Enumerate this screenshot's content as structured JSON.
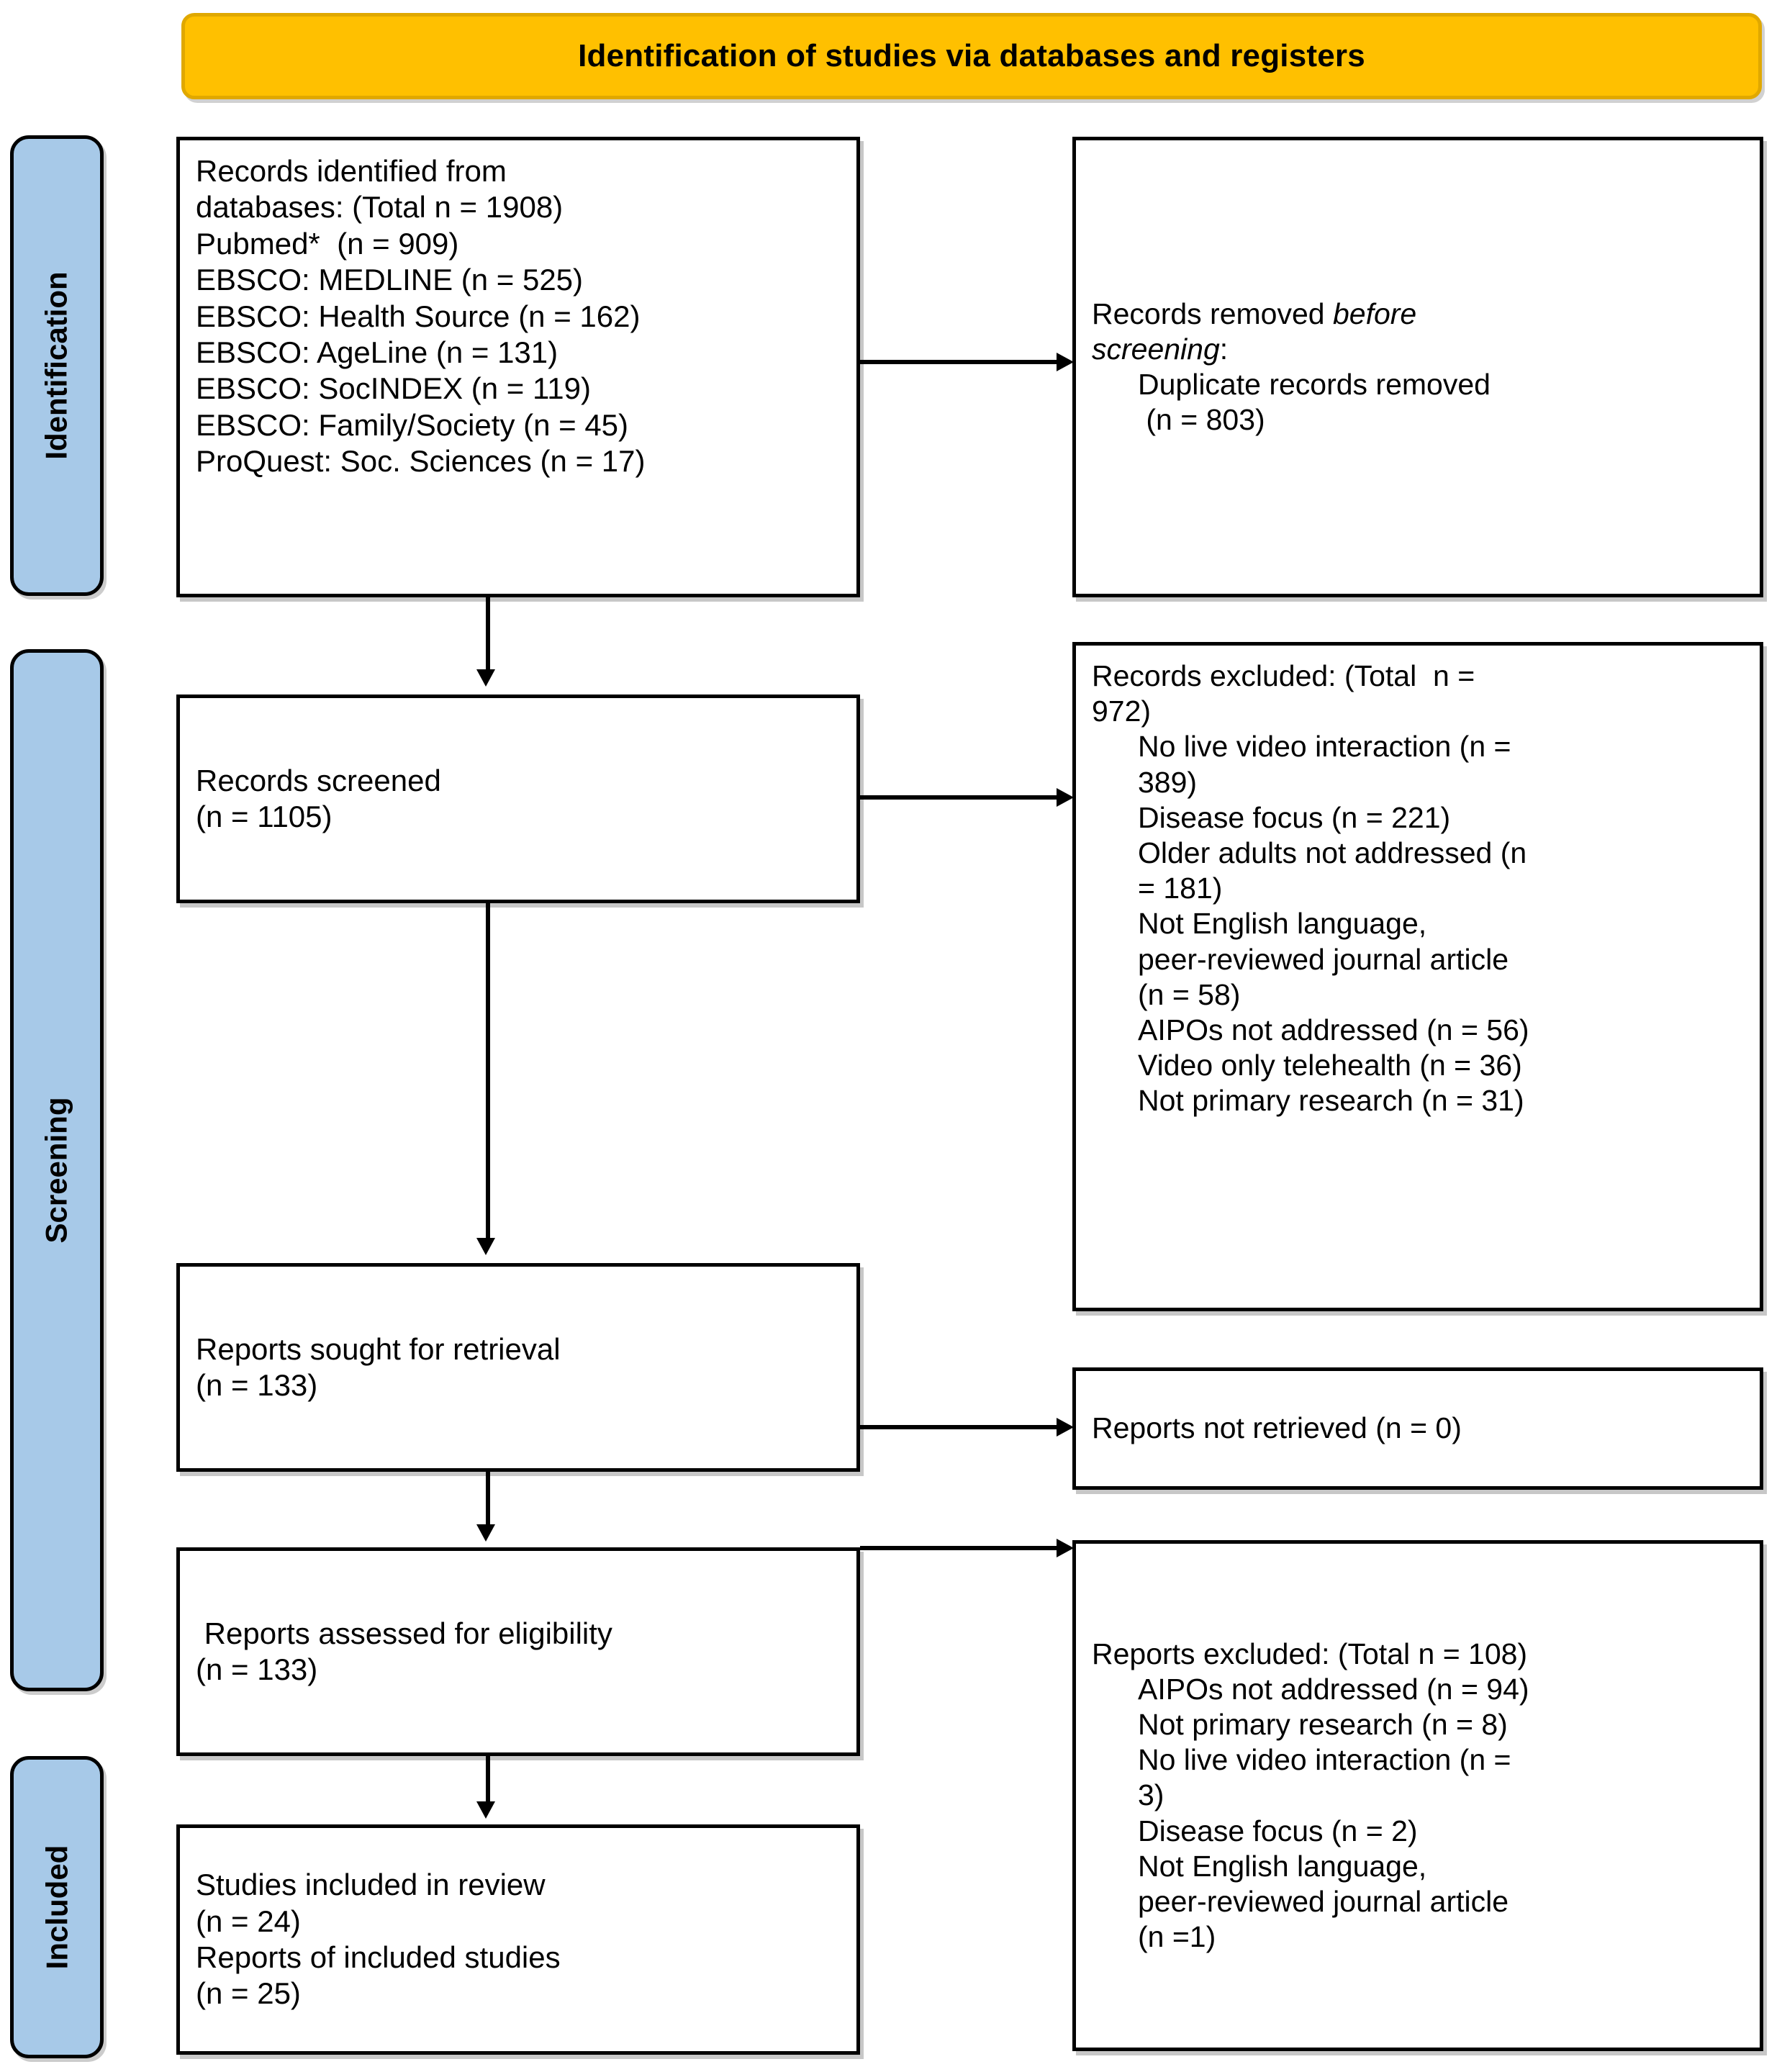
{
  "banner": {
    "title": "Identification of studies via databases and registers",
    "fill_color": "#FFC000"
  },
  "stages": {
    "fill_color": "#A7C9E8",
    "identification": "Identification",
    "screening": "Screening",
    "included": "Included"
  },
  "boxes": {
    "identified": {
      "lines": [
        "Records identified from",
        "databases: (Total n = 1908)",
        "Pubmed*  (n = 909)",
        "EBSCO: MEDLINE (n = 525)",
        "EBSCO: Health Source (n = 162)",
        "EBSCO: AgeLine (n = 131)",
        "EBSCO: SocINDEX (n = 119)",
        "EBSCO: Family/Society (n = 45)",
        "ProQuest: Soc. Sciences (n = 17)"
      ]
    },
    "removed": {
      "line1_prefix": "Records removed ",
      "line1_italic": "before",
      "line2_italic": "screening",
      "line2_suffix": ":",
      "indented": [
        "Duplicate records removed",
        " (n = 803)"
      ]
    },
    "screened": {
      "lines": [
        "Records screened",
        "(n = 1105)"
      ]
    },
    "records_excluded": {
      "header": [
        "Records excluded: (Total  n =",
        "972)"
      ],
      "indented": [
        "No live video interaction (n =",
        "389)",
        "Disease focus (n = 221)",
        "Older adults not addressed (n",
        "= 181)",
        "Not English language,",
        "peer-reviewed journal article",
        "(n = 58)",
        "AIPOs not addressed (n = 56)",
        "Video only telehealth (n = 36)",
        "Not primary research (n = 31)"
      ]
    },
    "sought": {
      "lines": [
        "Reports sought for retrieval",
        "(n = 133)"
      ]
    },
    "not_retrieved": {
      "lines": [
        "Reports not retrieved (n = 0)"
      ]
    },
    "assessed": {
      "lines": [
        " Reports assessed for eligibility",
        "(n = 133)"
      ]
    },
    "reports_excluded": {
      "header": [
        "Reports excluded: (Total n = 108)"
      ],
      "indented": [
        "AIPOs not addressed (n = 94)",
        "Not primary research (n = 8)",
        "No live video interaction (n =",
        "3)",
        "Disease focus (n = 2)",
        "Not English language,",
        "peer-reviewed journal article",
        "(n =1)"
      ]
    },
    "included_studies": {
      "lines": [
        "Studies included in review",
        "(n = 24)",
        "Reports of included studies",
        "(n = 25)"
      ]
    }
  }
}
